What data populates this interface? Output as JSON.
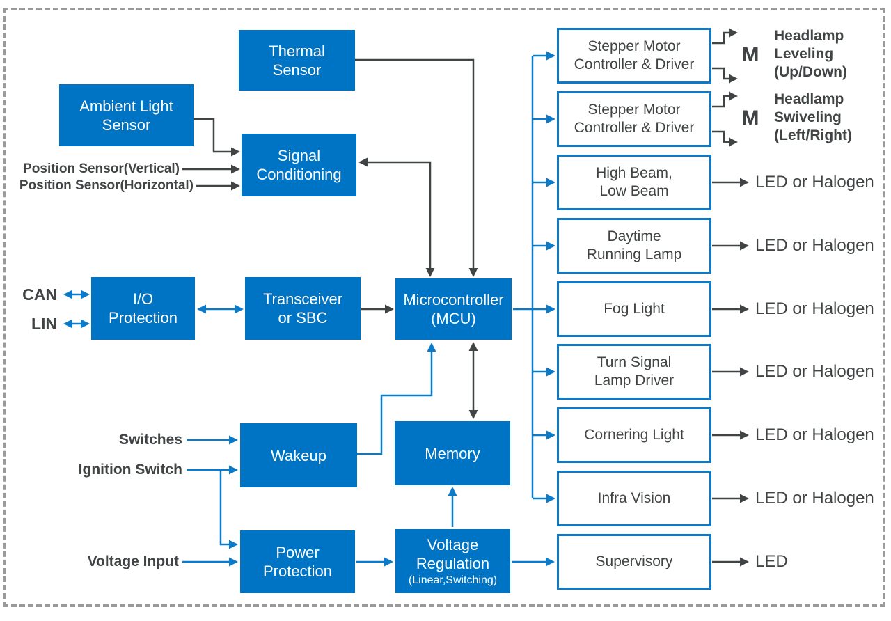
{
  "colors": {
    "block_fill_blue": "#0074C4",
    "outline_blue": "#0B7AC8",
    "wire_blue": "#0B7AC8",
    "wire_dark": "#414445",
    "text_white": "#FFFFFF",
    "text_dark": "#414445",
    "frame_gray": "#9A9A9A",
    "background": "#FFFFFF"
  },
  "diagram": {
    "filled_blocks": {
      "thermal_sensor": "Thermal\nSensor",
      "ambient_light_sensor": "Ambient Light\nSensor",
      "signal_conditioning": "Signal\nConditioning",
      "io_protection": "I/O\nProtection",
      "transceiver": "Transceiver\nor SBC",
      "microcontroller": "Microcontroller\n(MCU)",
      "wakeup": "Wakeup",
      "memory": "Memory",
      "power_protection": "Power\nProtection",
      "voltage_regulation": "Voltage\nRegulation",
      "voltage_regulation_sub": "(Linear,Switching)"
    },
    "output_blocks": {
      "stepper_motor_1": "Stepper Motor\nController & Driver",
      "stepper_motor_2": "Stepper Motor\nController & Driver",
      "high_low_beam": "High Beam,\nLow Beam",
      "daytime_running_lamp": "Daytime\nRunning Lamp",
      "fog_light": "Fog Light",
      "turn_signal_lamp_driver": "Turn Signal\nLamp Driver",
      "cornering_light": "Cornering Light",
      "infra_vision": "Infra Vision",
      "supervisory": "Supervisory"
    },
    "input_labels": {
      "can": "CAN",
      "lin": "LIN",
      "position_sensor_vertical": "Position Sensor(Vertical)",
      "position_sensor_horizontal": "Position Sensor(Horizontal)",
      "switches": "Switches",
      "ignition_switch": "Ignition Switch",
      "voltage_input": "Voltage Input"
    },
    "output_labels": {
      "motor_1": "M",
      "motor_2": "M",
      "headlamp_leveling": "Headlamp\nLeveling\n(Up/Down)",
      "headlamp_swiveling": "Headlamp\nSwiveling\n(Left/Right)",
      "led_or_halogen": "LED or Halogen",
      "led": "LED"
    }
  }
}
